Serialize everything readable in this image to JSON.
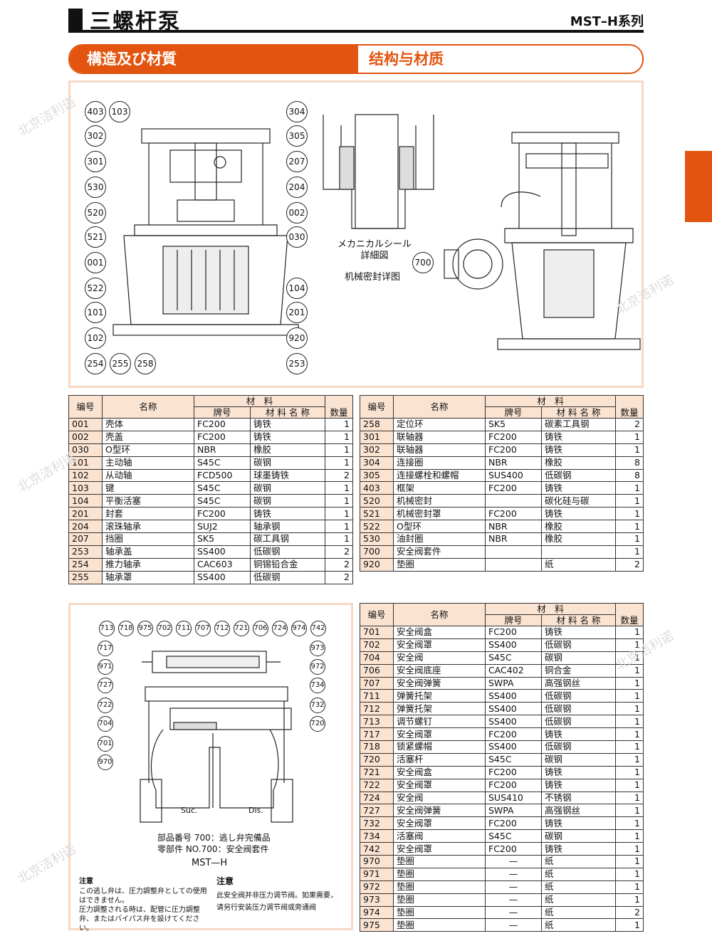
{
  "header": {
    "title": "三螺杆泵",
    "series": "MST–H系列"
  },
  "section": {
    "left": "構造及び材質",
    "right": "结构与材质"
  },
  "figure1": {
    "callouts_left": [
      "403",
      "103",
      "302",
      "301",
      "530",
      "520",
      "521",
      "001",
      "522",
      "101",
      "102",
      "254",
      "255",
      "258"
    ],
    "callouts_right": [
      "304",
      "305",
      "207",
      "204",
      "002",
      "030",
      "104",
      "201",
      "920",
      "253"
    ],
    "detail_caption_jp": "メカニカルシール\n詳細図",
    "detail_caption_cn": "机械密封详图",
    "callout_700": "700"
  },
  "figure2": {
    "callouts_top": [
      "713",
      "718",
      "975",
      "702",
      "711",
      "707",
      "712",
      "721",
      "706",
      "724",
      "974",
      "742"
    ],
    "callouts_left": [
      "717",
      "971",
      "727",
      "722",
      "704",
      "701",
      "970"
    ],
    "callouts_right": [
      "973",
      "972",
      "734",
      "732",
      "720"
    ],
    "label_suc": "Suc.",
    "label_dis": "Dis.",
    "caption_jp": "部品番号 700：逃し弁完備品",
    "caption_cn": "零部件 NO.700：安全阀套件",
    "model": "MST—H",
    "note_jp_title": "注意",
    "note_jp": "この逃し弁は、圧力調整弁としての使用はできません。\n圧力調整される時は、配管に圧力調整弁、またはバイパス弁を設けてください。",
    "note_cn_title": "注意",
    "note_cn": "此安全阀并非压力调节阀。如果需要，\n请另行安装压力调节阀或旁通阀"
  },
  "table_headers": {
    "code": "编号",
    "name": "名称",
    "material": "材　料",
    "grade": "牌号",
    "mat_name": "材 料 名 称",
    "qty": "数量"
  },
  "table1": [
    [
      "001",
      "壳体",
      "FC200",
      "铸铁",
      "1"
    ],
    [
      "002",
      "壳盖",
      "FC200",
      "铸铁",
      "1"
    ],
    [
      "030",
      "O型环",
      "NBR",
      "橡胶",
      "1"
    ],
    [
      "101",
      "主动轴",
      "S45C",
      "碳钢",
      "1"
    ],
    [
      "102",
      "从动轴",
      "FCD500",
      "球墨铸铁",
      "2"
    ],
    [
      "103",
      "键",
      "S45C",
      "碳钢",
      "1"
    ],
    [
      "104",
      "平衡活塞",
      "S45C",
      "碳钢",
      "1"
    ],
    [
      "201",
      "封套",
      "FC200",
      "铸铁",
      "1"
    ],
    [
      "204",
      "滚珠轴承",
      "SUJ2",
      "轴承钢",
      "1"
    ],
    [
      "207",
      "挡圈",
      "SK5",
      "碳工具钢",
      "1"
    ],
    [
      "253",
      "轴承盖",
      "SS400",
      "低碳钢",
      "2"
    ],
    [
      "254",
      "推力轴承",
      "CAC603",
      "铜锡铅合金",
      "2"
    ],
    [
      "255",
      "轴承罩",
      "SS400",
      "低碳钢",
      "2"
    ]
  ],
  "table2": [
    [
      "258",
      "定位环",
      "SK5",
      "碳素工具钢",
      "2"
    ],
    [
      "301",
      "联轴器",
      "FC200",
      "铸铁",
      "1"
    ],
    [
      "302",
      "联轴器",
      "FC200",
      "铸铁",
      "1"
    ],
    [
      "304",
      "连接圈",
      "NBR",
      "橡胶",
      "8"
    ],
    [
      "305",
      "连接螺栓和螺帽",
      "SUS400",
      "低碳钢",
      "8"
    ],
    [
      "403",
      "框架",
      "FC200",
      "铸铁",
      "1"
    ],
    [
      "520",
      "机械密封",
      "",
      "碳化硅与碳",
      "1"
    ],
    [
      "521",
      "机械密封罩",
      "FC200",
      "铸铁",
      "1"
    ],
    [
      "522",
      "O型环",
      "NBR",
      "橡胶",
      "1"
    ],
    [
      "530",
      "油封圈",
      "NBR",
      "橡胶",
      "1"
    ],
    [
      "700",
      "安全阀套件",
      "",
      "",
      "1"
    ],
    [
      "920",
      "垫圈",
      "",
      "纸",
      "2"
    ]
  ],
  "table3": [
    [
      "701",
      "安全阀盒",
      "FC200",
      "铸铁",
      "1"
    ],
    [
      "702",
      "安全阀罩",
      "SS400",
      "低碳钢",
      "1"
    ],
    [
      "704",
      "安全阀",
      "S45C",
      "碳钢",
      "1"
    ],
    [
      "706",
      "安全阀底座",
      "CAC402",
      "铜合金",
      "1"
    ],
    [
      "707",
      "安全阀弹簧",
      "SWPA",
      "高强钢丝",
      "1"
    ],
    [
      "711",
      "弹簧托架",
      "SS400",
      "低碳钢",
      "1"
    ],
    [
      "712",
      "弹簧托架",
      "SS400",
      "低碳钢",
      "1"
    ],
    [
      "713",
      "调节螺钉",
      "SS400",
      "低碳钢",
      "1"
    ],
    [
      "717",
      "安全阀罩",
      "FC200",
      "铸铁",
      "1"
    ],
    [
      "718",
      "锁紧螺帽",
      "SS400",
      "低碳钢",
      "1"
    ],
    [
      "720",
      "活塞杆",
      "S45C",
      "碳钢",
      "1"
    ],
    [
      "721",
      "安全阀盒",
      "FC200",
      "铸铁",
      "1"
    ],
    [
      "722",
      "安全阀罩",
      "FC200",
      "铸铁",
      "1"
    ],
    [
      "724",
      "安全阀",
      "SUS410",
      "不锈钢",
      "1"
    ],
    [
      "727",
      "安全阀弹簧",
      "SWPA",
      "高强钢丝",
      "1"
    ],
    [
      "732",
      "安全阀罩",
      "FC200",
      "铸铁",
      "1"
    ],
    [
      "734",
      "活塞阀",
      "S45C",
      "碳钢",
      "1"
    ],
    [
      "742",
      "安全阀罩",
      "FC200",
      "铸铁",
      "1"
    ],
    [
      "970",
      "垫圈",
      "—",
      "纸",
      "1"
    ],
    [
      "971",
      "垫圈",
      "—",
      "纸",
      "1"
    ],
    [
      "972",
      "垫圈",
      "—",
      "纸",
      "1"
    ],
    [
      "973",
      "垫圈",
      "—",
      "纸",
      "1"
    ],
    [
      "974",
      "垫圈",
      "—",
      "纸",
      "2"
    ],
    [
      "975",
      "垫圈",
      "—",
      "纸",
      "1"
    ]
  ],
  "watermark": "北京洁利诺"
}
